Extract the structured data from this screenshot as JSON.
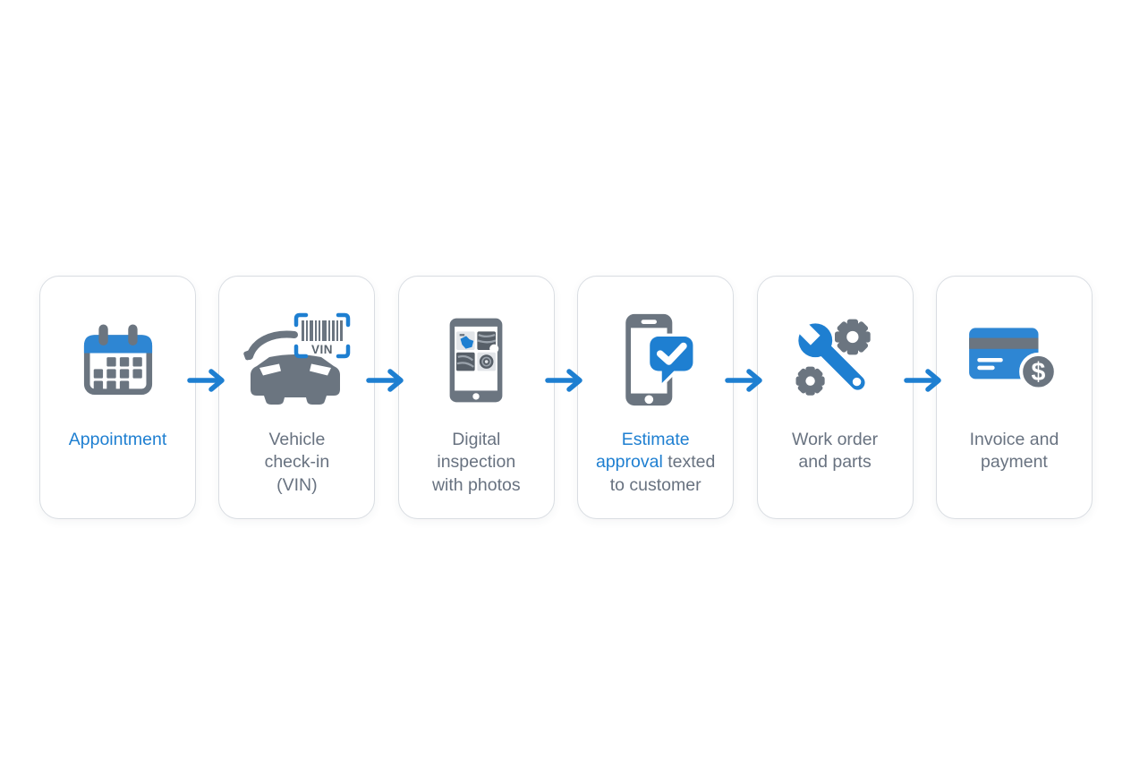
{
  "colors": {
    "background": "#ffffff",
    "accent_blue": "#1e7fd1",
    "icon_gray": "#6b7580",
    "text_gray": "#687280",
    "card_border": "#d9dde2",
    "card_background": "#ffffff",
    "calendar_blue": "#2e86d3",
    "thumb_light": "#e2e5e9",
    "thumb_dark": "#575f68",
    "thumb_streak": "#9aa2ab",
    "vin_text": "#5a646e"
  },
  "flow": {
    "steps": [
      {
        "id": "appointment",
        "icon": "calendar-icon",
        "lines": [
          [
            {
              "t": "Appointment",
              "c": "accent"
            }
          ]
        ]
      },
      {
        "id": "vehicle-check-in",
        "icon": "car-vin-icon",
        "lines": [
          [
            {
              "t": "Vehicle"
            }
          ],
          [
            {
              "t": "check-in"
            }
          ],
          [
            {
              "t": "(VIN)"
            }
          ]
        ]
      },
      {
        "id": "digital-inspection",
        "icon": "tablet-photos-icon",
        "lines": [
          [
            {
              "t": "Digital"
            }
          ],
          [
            {
              "t": "inspection"
            }
          ],
          [
            {
              "t": "with photos"
            }
          ]
        ]
      },
      {
        "id": "estimate-approval",
        "icon": "phone-message-icon",
        "lines": [
          [
            {
              "t": "Estimate",
              "c": "accent"
            }
          ],
          [
            {
              "t": "approval",
              "c": "accent"
            },
            {
              "t": " texted"
            }
          ],
          [
            {
              "t": "to customer"
            }
          ]
        ]
      },
      {
        "id": "work-order",
        "icon": "wrench-gears-icon",
        "lines": [
          [
            {
              "t": "Work order"
            }
          ],
          [
            {
              "t": "and parts"
            }
          ]
        ]
      },
      {
        "id": "invoice-payment",
        "icon": "credit-card-icon",
        "lines": [
          [
            {
              "t": "Invoice and"
            }
          ],
          [
            {
              "t": "payment"
            }
          ]
        ]
      }
    ],
    "icon_text": {
      "vin_label": "VIN",
      "currency_symbol": "$"
    }
  }
}
